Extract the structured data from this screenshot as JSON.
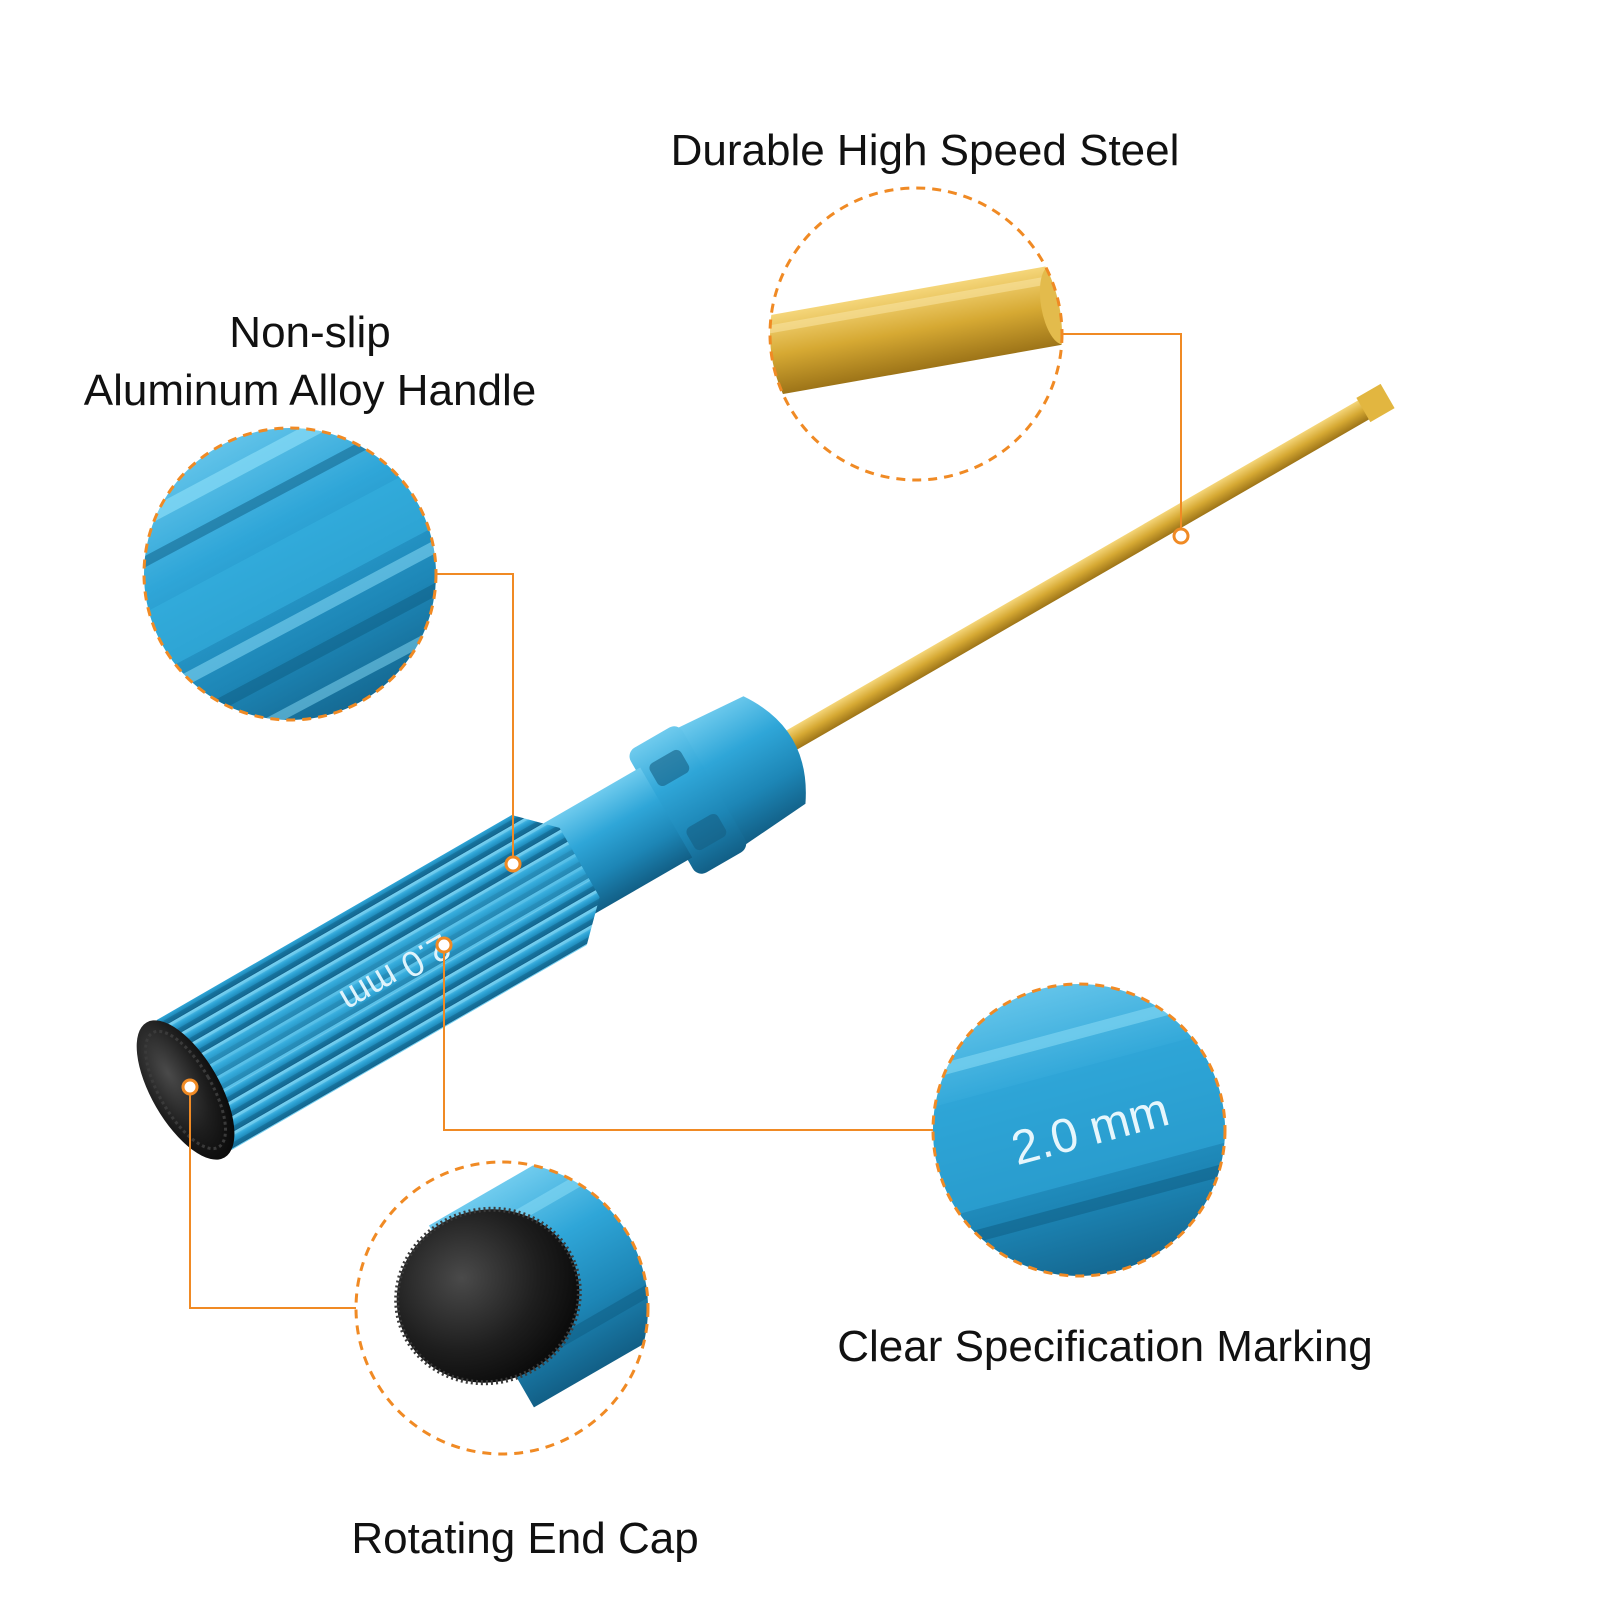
{
  "captions": {
    "steel": "Durable High Speed Steel",
    "handle_line1": "Non-slip",
    "handle_line2": "Aluminum Alloy Handle",
    "marking": "Clear Specification Marking",
    "end_cap": "Rotating End Cap"
  },
  "product": {
    "size_marking": "2.0 mm"
  },
  "colors": {
    "callout_orange": "#f08a24",
    "handle_blue": "#2a9fd0",
    "shaft_gold": "#d4a52e",
    "cap_black": "#1c1c1c"
  }
}
